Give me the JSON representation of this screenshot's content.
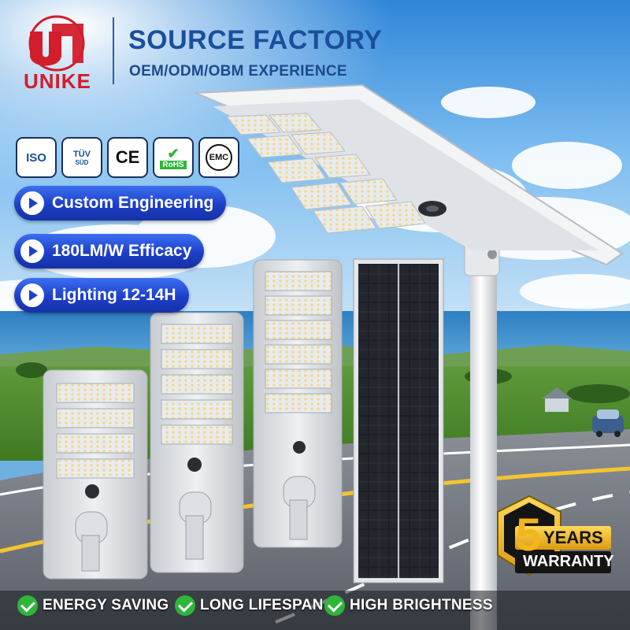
{
  "brand": {
    "name": "UNIKE"
  },
  "header": {
    "headline": "SOURCE FACTORY",
    "subline": "OEM/ODM/OBM EXPERIENCE"
  },
  "certifications": [
    {
      "label": "ISO",
      "icon": "iso-icon"
    },
    {
      "label": "TÜV",
      "sub": "SÜD",
      "icon": "tuv-icon"
    },
    {
      "label": "CE",
      "icon": "ce-icon"
    },
    {
      "label": "RoHS",
      "icon": "rohs-icon"
    },
    {
      "label": "EMC",
      "icon": "emc-icon"
    }
  ],
  "features": [
    {
      "label": "Custom Engineering"
    },
    {
      "label": "180LM/W Efficacy"
    },
    {
      "label": "Lighting 12-14H"
    }
  ],
  "warranty": {
    "number": "5",
    "years_label": "YEARS",
    "warranty_label": "WARRANTY"
  },
  "benefits": [
    {
      "label": "ENERGY SAVING"
    },
    {
      "label": "LONG LIFESPAN"
    },
    {
      "label": "HIGH BRIGHTNESS"
    }
  ],
  "colors": {
    "brand_red": "#d21d2c",
    "headline_blue": "#1a4f9c",
    "pill_blue": "#1d3fc8",
    "check_green": "#2fb53a",
    "warranty_gold": "#f2b51c"
  }
}
